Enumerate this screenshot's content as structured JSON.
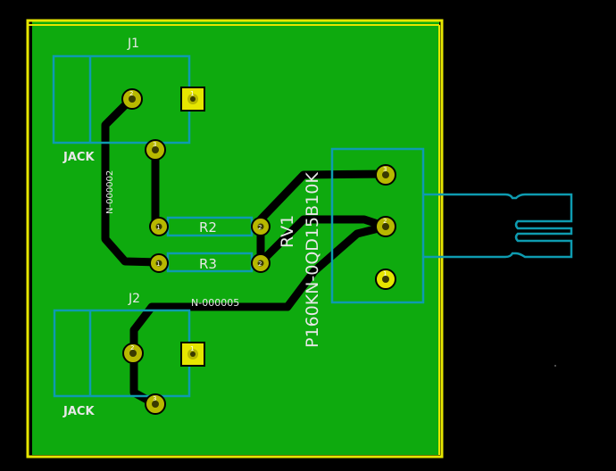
{
  "board": {
    "colors": {
      "background": "#000000",
      "copper": "#0eaa0e",
      "edge": "#e6e600",
      "fab": "#0e9bb0",
      "silk": "#e8e8e8",
      "pad": "#b8b800"
    }
  },
  "labels": {
    "j1_ref": "J1",
    "j1_value": "JACK",
    "j2_ref": "J2",
    "j2_value": "JACK",
    "r2_ref": "R2",
    "r3_ref": "R3",
    "rv1_ref": "RV1",
    "rv1_value": "P160KN-0QD15B10K",
    "net_1": "N-000002",
    "net_2": "N-000005"
  },
  "pads": {
    "j1_p1": "1",
    "j1_p2": "2",
    "j1_p3": "3",
    "j2_p1": "1",
    "j2_p2": "2",
    "j2_p3": "3",
    "r2_p1": "1",
    "r2_p2": "2",
    "r3_p1": "1",
    "r3_p2": "2",
    "rv1_p1": "1",
    "rv1_p2": "2",
    "rv1_p3": "3"
  }
}
